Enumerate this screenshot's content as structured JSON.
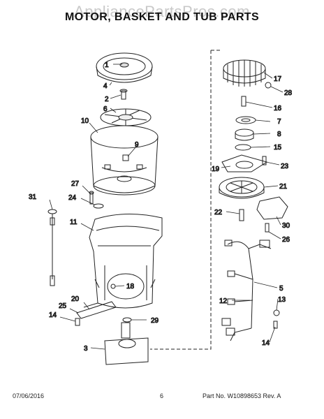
{
  "watermark": "AppliancePartsPros.com",
  "title": "MOTOR, BASKET AND TUB PARTS",
  "footer": {
    "date": "07/06/2016",
    "page": "6",
    "part_number": "Part No. W10898653 Rev. A"
  },
  "callouts": [
    "1",
    "4",
    "2",
    "6",
    "10",
    "9",
    "27",
    "24",
    "31",
    "11",
    "18",
    "20",
    "25",
    "14",
    "29",
    "3",
    "17",
    "28",
    "16",
    "7",
    "8",
    "15",
    "19",
    "23",
    "21",
    "22",
    "30",
    "26",
    "5",
    "12",
    "13",
    "14"
  ]
}
